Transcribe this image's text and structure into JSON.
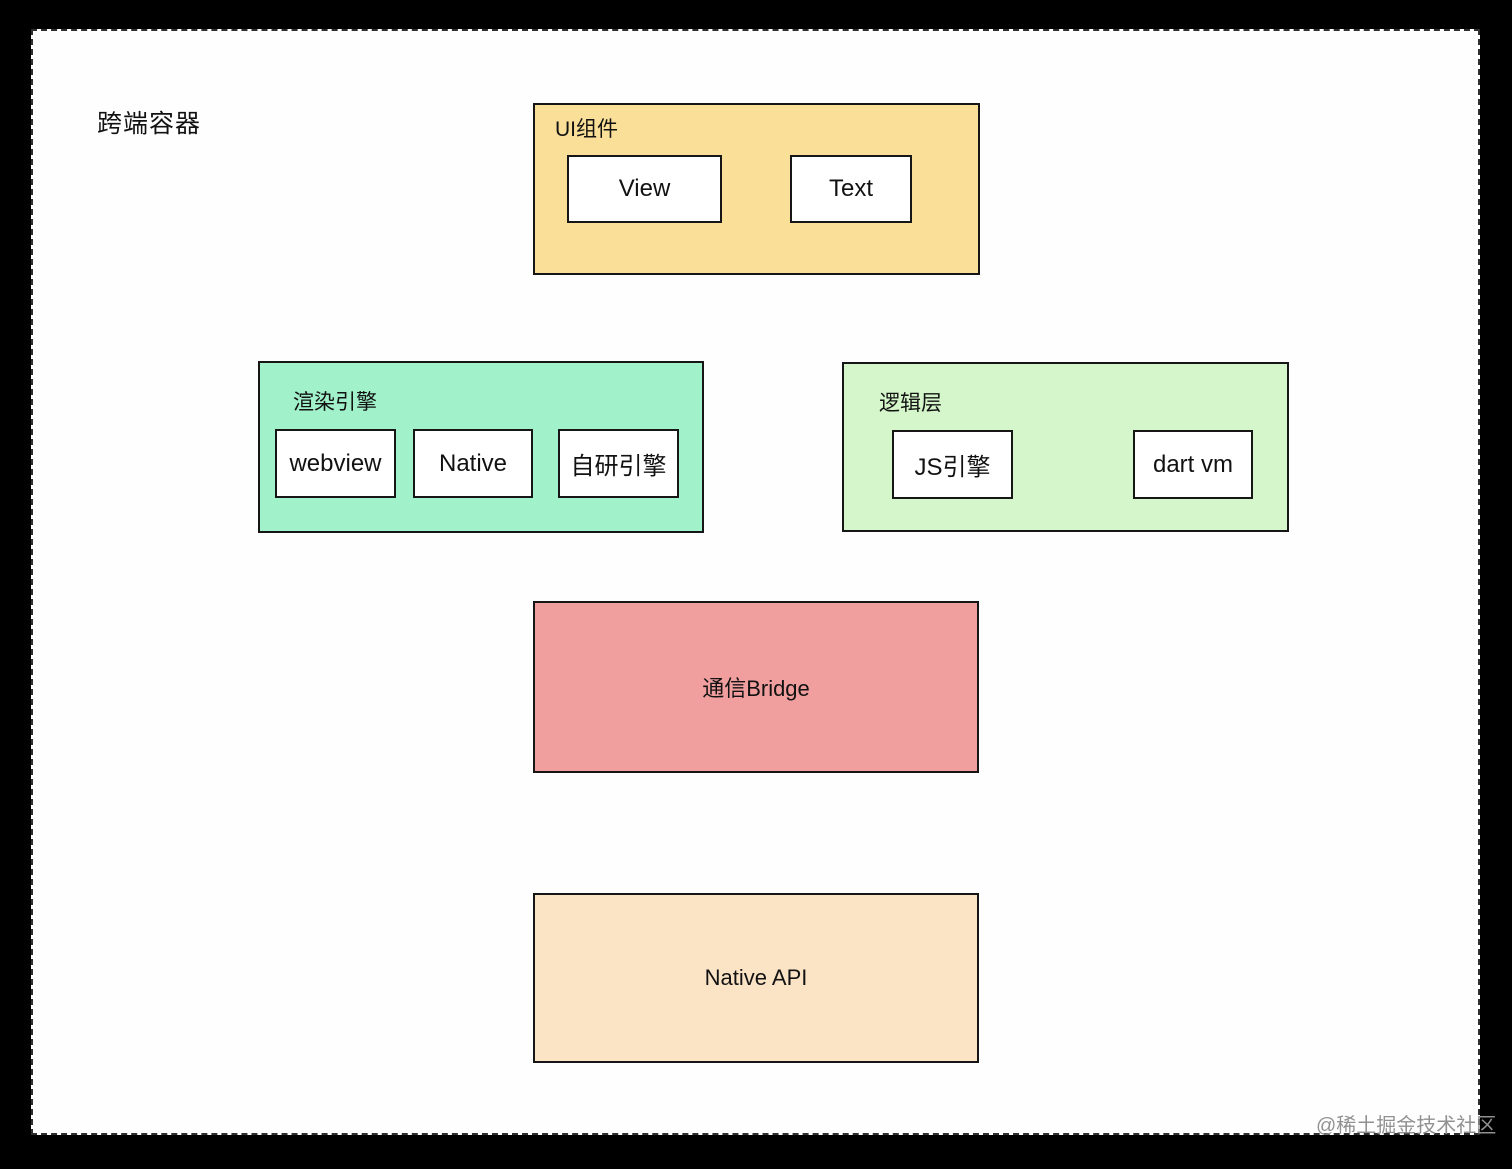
{
  "title": "跨端容器",
  "watermark": "@稀土掘金技术社区",
  "colors": {
    "outer_bg": "#000000",
    "paper_bg": "#fefefe",
    "dashed_border": "#2e2e2e",
    "node_border": "#161616",
    "ui_group_bg": "#f9df97",
    "render_group_bg": "#a1f2ca",
    "logic_group_bg": "#d4f6ca",
    "bridge_bg": "#f19e9e",
    "native_api_bg": "#fbe3c6",
    "text": "#121212",
    "watermark_text": "#919191"
  },
  "groups": {
    "ui": {
      "label": "UI组件",
      "items": [
        {
          "label": "View"
        },
        {
          "label": "Text"
        }
      ]
    },
    "render": {
      "label": "渲染引擎",
      "items": [
        {
          "label": "webview"
        },
        {
          "label": "Native"
        },
        {
          "label": "自研引擎"
        }
      ]
    },
    "logic": {
      "label": "逻辑层",
      "items": [
        {
          "label": "JS引擎"
        },
        {
          "label": "dart vm"
        }
      ]
    }
  },
  "blocks": {
    "bridge": {
      "label": "通信Bridge"
    },
    "native_api": {
      "label": "Native API"
    }
  }
}
